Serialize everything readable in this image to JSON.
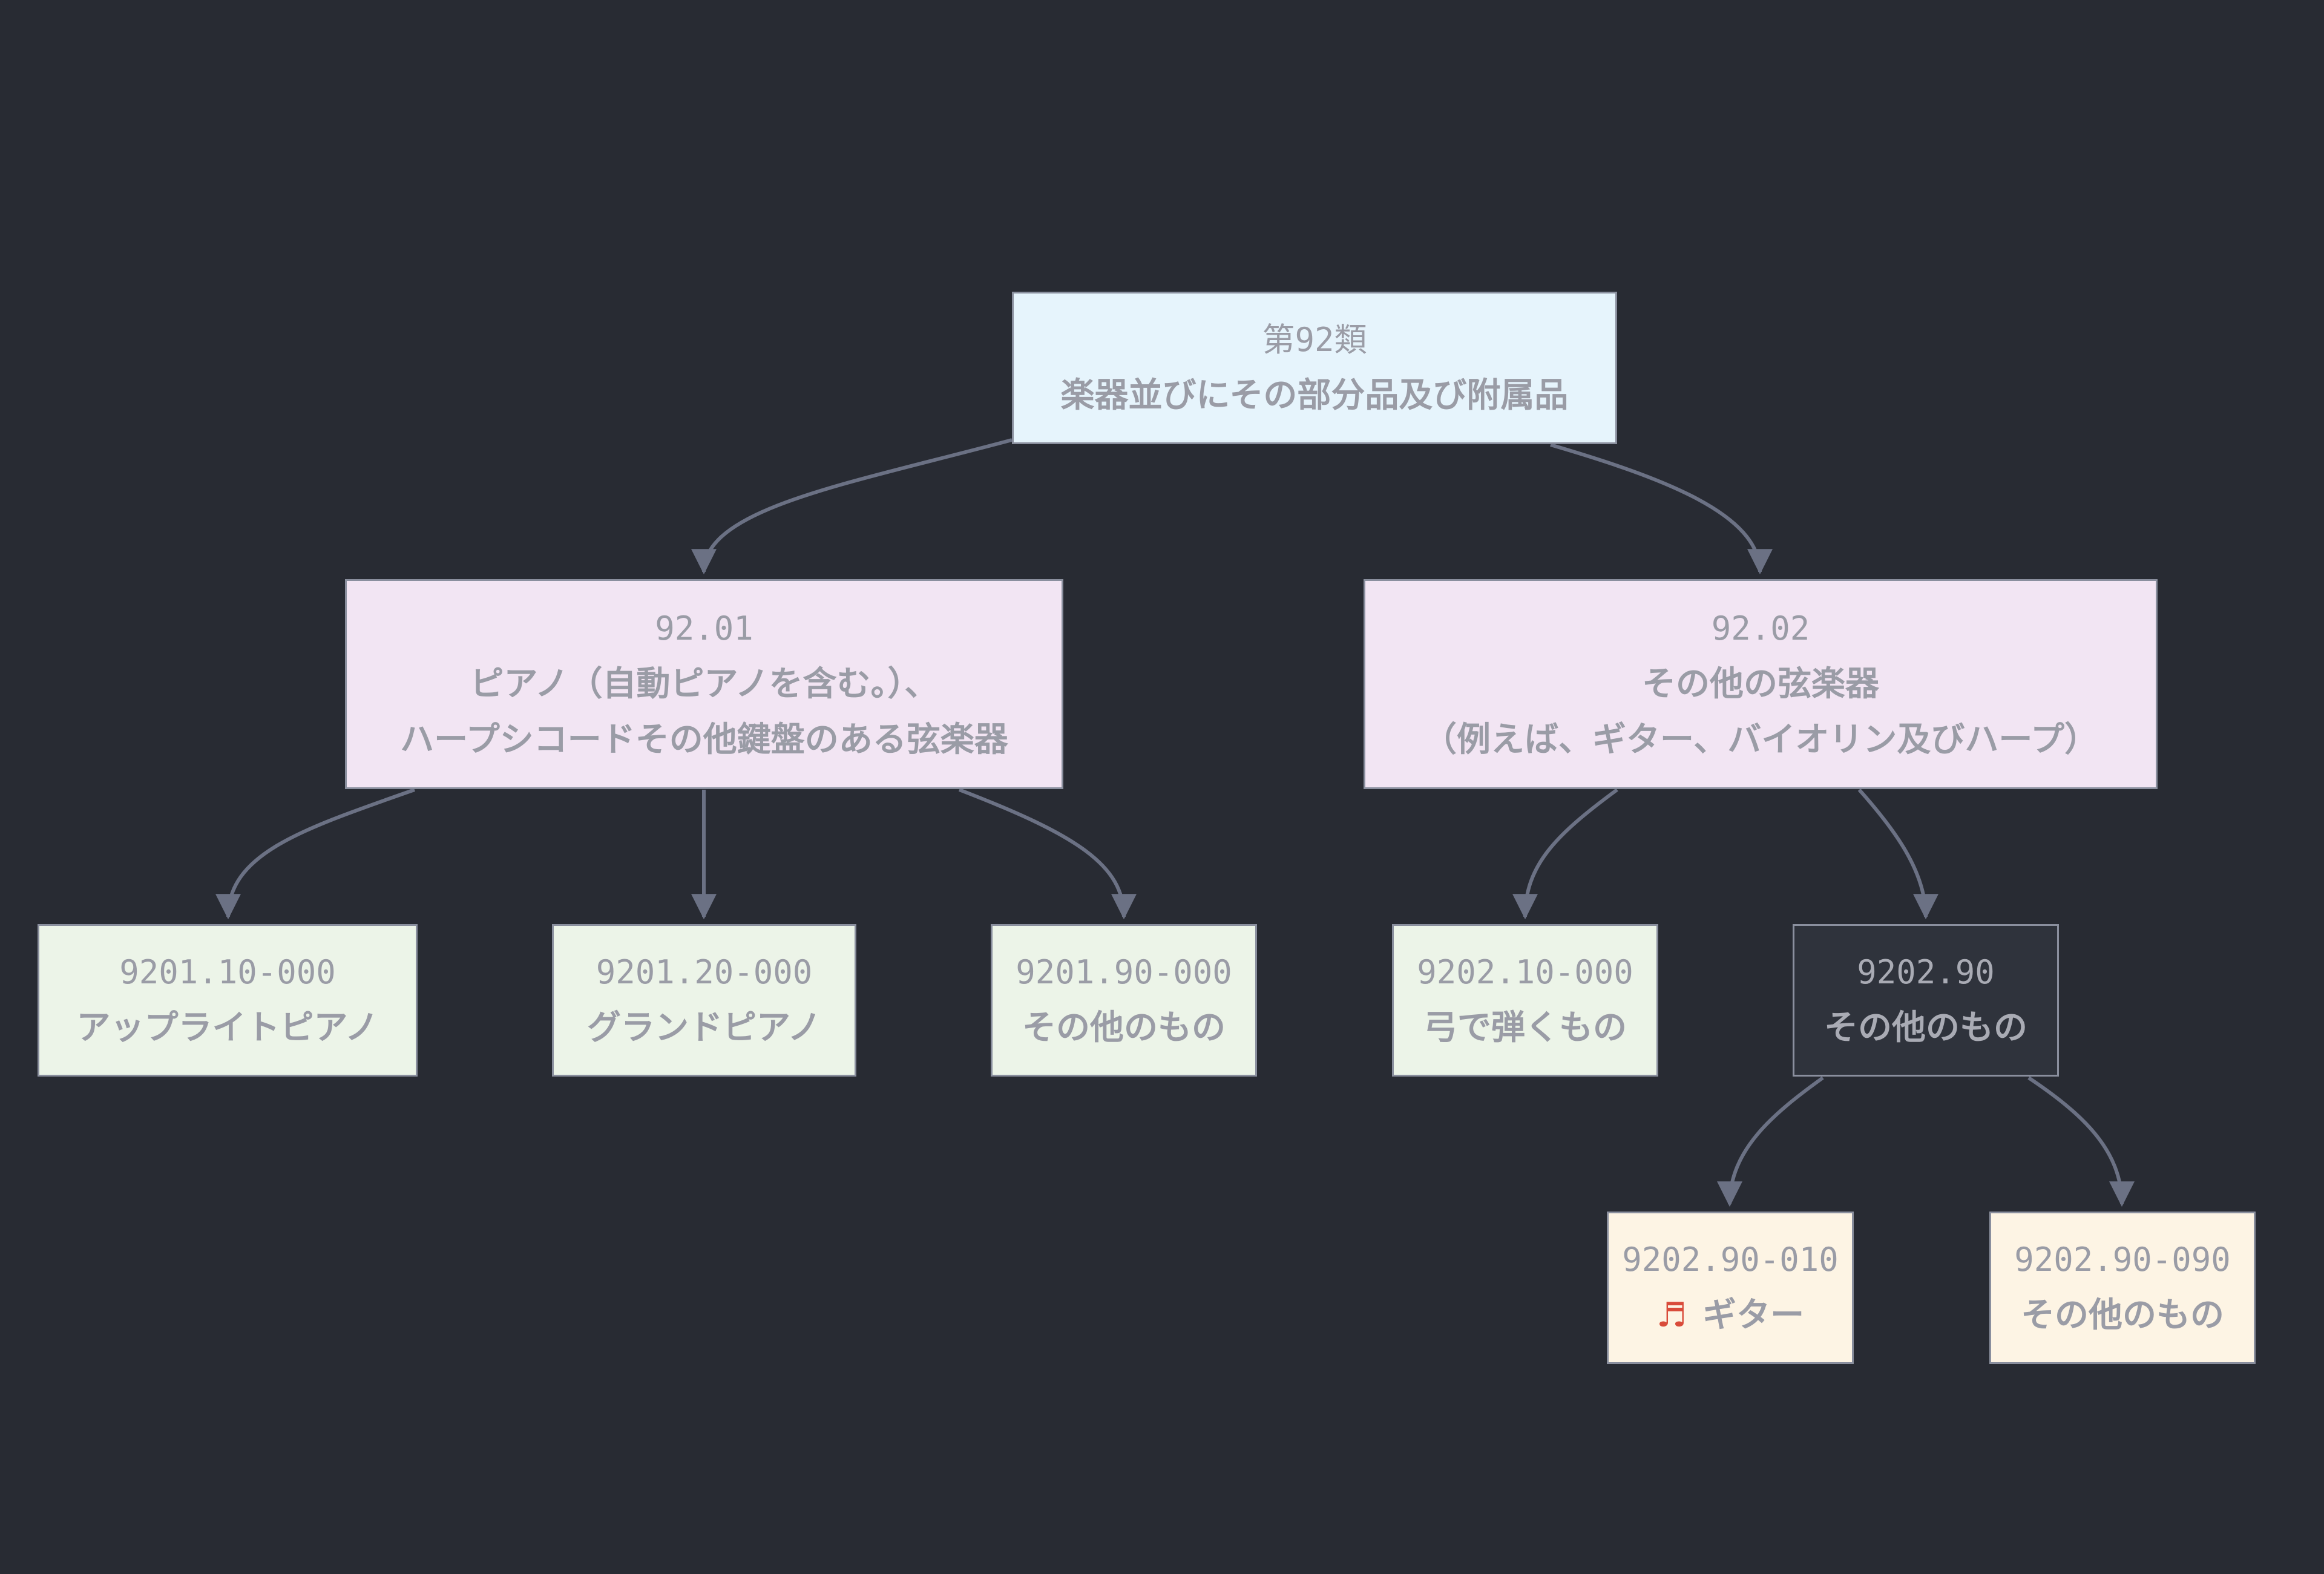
{
  "root": {
    "code": "第92類",
    "title": "楽器並びにその部分品及び附属品"
  },
  "headings": [
    {
      "code": "92.01",
      "lines": [
        "ピアノ（自動ピアノを含む。）、",
        "ハープシコードその他鍵盤のある弦楽器"
      ]
    },
    {
      "code": "92.02",
      "lines": [
        "その他の弦楽器",
        "（例えば、ギター、バイオリン及びハープ）"
      ]
    }
  ],
  "subheadings": [
    {
      "code": "9201.10-000",
      "label": "アップライトピアノ"
    },
    {
      "code": "9201.20-000",
      "label": "グランドピアノ"
    },
    {
      "code": "9201.90-000",
      "label": "その他のもの"
    },
    {
      "code": "9202.10-000",
      "label": "弓で弾くもの"
    },
    {
      "code": "9202.90",
      "label": "その他のもの"
    }
  ],
  "statistical": [
    {
      "code": "9202.90-010",
      "label": "ギター",
      "icon": "guitar-icon"
    },
    {
      "code": "9202.90-090",
      "label": "その他のもの"
    }
  ],
  "colors": {
    "background": "#282b33",
    "root_fill": "#e6f4fc",
    "heading_fill": "#f2e5f3",
    "subheading_fill": "#ecf4e8",
    "highlight_fill": "#2f333c",
    "statistical_fill": "#fdf4e4",
    "edge": "#6b7184",
    "text": "#9a9ca6"
  }
}
